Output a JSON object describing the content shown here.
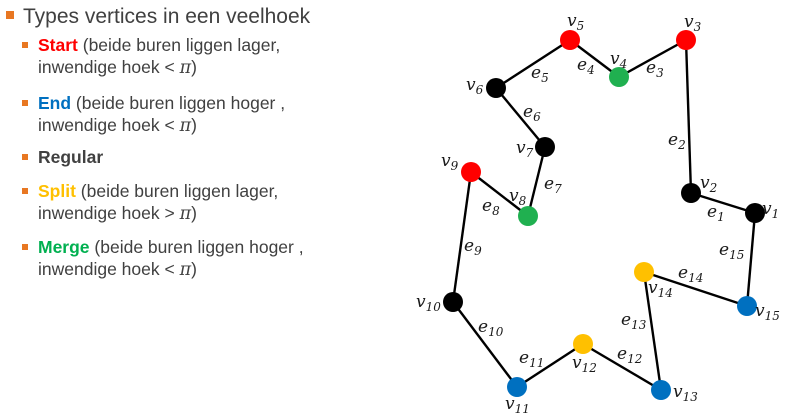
{
  "heading": "Types vertices in een veelhoek",
  "items": [
    {
      "keyword": "Start",
      "rest1": " (beide buren liggen lager,",
      "line2_pre": "inwendige hoek < ",
      "pi": "π",
      "line2_post": ")",
      "color": "#ff0000"
    },
    {
      "keyword": "End",
      "rest1": " (beide buren liggen hoger ,",
      "line2_pre": "inwendige hoek < ",
      "pi": "π",
      "line2_post": ")",
      "color": "#0070c0"
    },
    {
      "keyword": "Regular",
      "rest1": "",
      "line2_pre": "",
      "pi": "",
      "line2_post": "",
      "color": "#404040"
    },
    {
      "keyword": "Split",
      "rest1": " (beide buren liggen lager,",
      "line2_pre": "inwendige hoek > ",
      "pi": "π",
      "line2_post": ")",
      "color": "#ffc000"
    },
    {
      "keyword": "Merge",
      "rest1": " (beide buren liggen hoger ,",
      "line2_pre": "inwendige hoek < ",
      "pi": "π",
      "line2_post": ")",
      "color": "#00b050"
    }
  ],
  "colors": {
    "bullet": "#e87722",
    "start": "#ff0000",
    "end": "#0070c0",
    "regular": "#000000",
    "split": "#ffc000",
    "merge": "#20b050"
  },
  "vertices": [
    {
      "id": "v1",
      "base": "v",
      "index": "1",
      "type": "regular"
    },
    {
      "id": "v2",
      "base": "v",
      "index": "2",
      "type": "regular"
    },
    {
      "id": "v3",
      "base": "v",
      "index": "3",
      "type": "start"
    },
    {
      "id": "v4",
      "base": "v",
      "index": "4",
      "type": "merge"
    },
    {
      "id": "v5",
      "base": "v",
      "index": "5",
      "type": "start"
    },
    {
      "id": "v6",
      "base": "v",
      "index": "6",
      "type": "regular"
    },
    {
      "id": "v7",
      "base": "v",
      "index": "7",
      "type": "regular"
    },
    {
      "id": "v8",
      "base": "v",
      "index": "8",
      "type": "merge"
    },
    {
      "id": "v9",
      "base": "v",
      "index": "9",
      "type": "start"
    },
    {
      "id": "v10",
      "base": "v",
      "index": "10",
      "type": "regular"
    },
    {
      "id": "v11",
      "base": "v",
      "index": "11",
      "type": "end"
    },
    {
      "id": "v12",
      "base": "v",
      "index": "12",
      "type": "split"
    },
    {
      "id": "v13",
      "base": "v",
      "index": "13",
      "type": "end"
    },
    {
      "id": "v14",
      "base": "v",
      "index": "14",
      "type": "split"
    },
    {
      "id": "v15",
      "base": "v",
      "index": "15",
      "type": "end"
    }
  ],
  "edges": [
    {
      "id": "e1",
      "base": "e",
      "index": "1",
      "from": "v1",
      "to": "v2"
    },
    {
      "id": "e2",
      "base": "e",
      "index": "2",
      "from": "v2",
      "to": "v3"
    },
    {
      "id": "e3",
      "base": "e",
      "index": "3",
      "from": "v3",
      "to": "v4"
    },
    {
      "id": "e4",
      "base": "e",
      "index": "4",
      "from": "v4",
      "to": "v5"
    },
    {
      "id": "e5",
      "base": "e",
      "index": "5",
      "from": "v5",
      "to": "v6"
    },
    {
      "id": "e6",
      "base": "e",
      "index": "6",
      "from": "v6",
      "to": "v7"
    },
    {
      "id": "e7",
      "base": "e",
      "index": "7",
      "from": "v7",
      "to": "v8"
    },
    {
      "id": "e8",
      "base": "e",
      "index": "8",
      "from": "v8",
      "to": "v9"
    },
    {
      "id": "e9",
      "base": "e",
      "index": "9",
      "from": "v9",
      "to": "v10"
    },
    {
      "id": "e10",
      "base": "e",
      "index": "10",
      "from": "v10",
      "to": "v11"
    },
    {
      "id": "e11",
      "base": "e",
      "index": "11",
      "from": "v11",
      "to": "v12"
    },
    {
      "id": "e12",
      "base": "e",
      "index": "12",
      "from": "v12",
      "to": "v13"
    },
    {
      "id": "e13",
      "base": "e",
      "index": "13",
      "from": "v13",
      "to": "v14"
    },
    {
      "id": "e14",
      "base": "e",
      "index": "14",
      "from": "v14",
      "to": "v15"
    },
    {
      "id": "e15",
      "base": "e",
      "index": "15",
      "from": "v15",
      "to": "v1"
    }
  ]
}
